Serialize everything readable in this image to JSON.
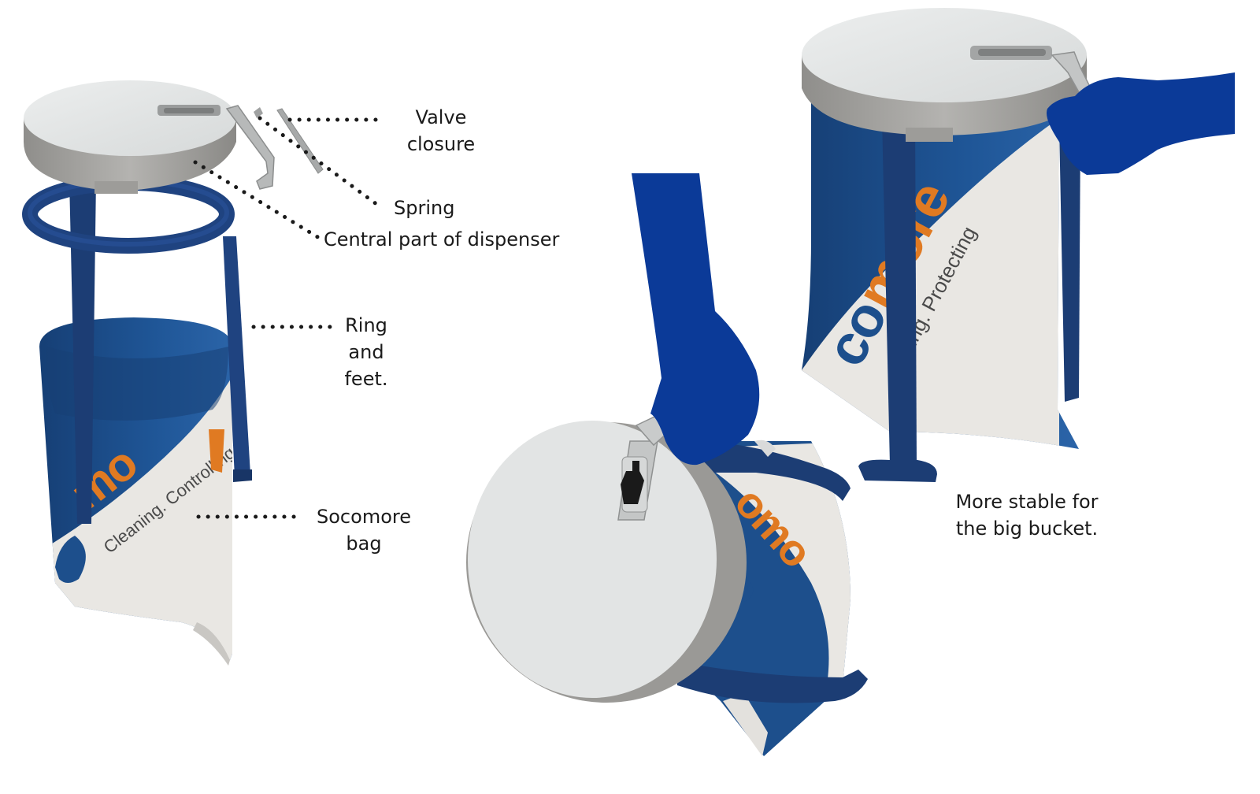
{
  "labels": {
    "valve_closure": [
      "Valve",
      "closure"
    ],
    "spring": "Spring",
    "central_part": "Central part of dispenser",
    "ring_feet": [
      "Ring",
      "and",
      "feet."
    ],
    "socomore_bag": [
      "Socomore",
      "bag"
    ],
    "stable_note": [
      "More stable for",
      "the big bucket."
    ]
  },
  "printed_text": {
    "bag_brand": "Socomore",
    "bag_tagline": "Cleaning. Controlling. Protecting"
  },
  "colors": {
    "lid_top": "#e4e6e6",
    "lid_side": "#a4a3a0",
    "bag_blue": "#1d4f8c",
    "bag_white": "#e8e6e2",
    "brand_orange": "#e07a22",
    "frame_navy": "#1c3d74",
    "hand_blue": "#0b3a98",
    "metal": "#c9cbcb",
    "text": "#1a1a1a"
  }
}
